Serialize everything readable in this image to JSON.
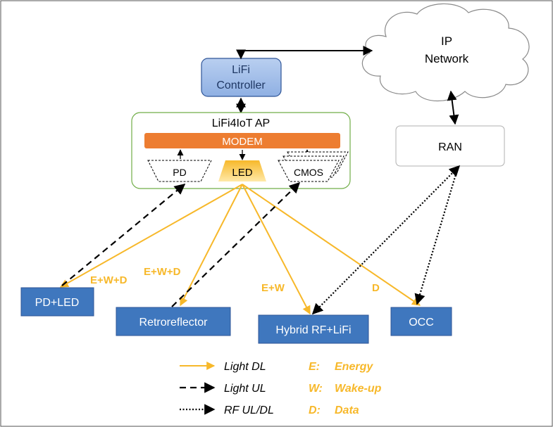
{
  "colors": {
    "light_blue": "#a9c4ec",
    "box_blue": "#3f77be",
    "modem_orange": "#ed7d31",
    "light_yellow": "#f7b82a",
    "ap_green": "#70ad47",
    "black": "#000000"
  },
  "cloud": {
    "line1": "IP",
    "line2": "Network"
  },
  "controller": {
    "line1": "LiFi",
    "line2": "Controller"
  },
  "ap": {
    "title": "LiFi4IoT AP",
    "modem": "MODEM",
    "pd": "PD",
    "led": "LED",
    "cmos": "CMOS"
  },
  "ran": {
    "label": "RAN"
  },
  "devices": {
    "pd_led": "PD+LED",
    "retroreflector": "Retroreflector",
    "hybrid": "Hybrid RF+LiFi",
    "occ": "OCC"
  },
  "link_labels": {
    "pd_led": "E+W+D",
    "retro": "E+W+D",
    "hybrid": "E+W",
    "occ": "D"
  },
  "legend": {
    "light_dl": "Light DL",
    "light_ul": "Light UL",
    "rf": "RF UL/DL",
    "e_key": "E:",
    "e_val": "Energy",
    "w_key": "W:",
    "w_val": "Wake-up",
    "d_key": "D:",
    "d_val": "Data"
  }
}
